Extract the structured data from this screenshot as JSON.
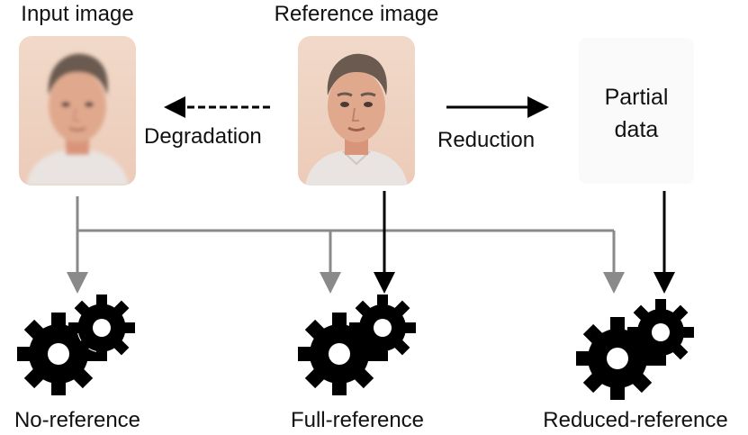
{
  "labels": {
    "input_image": "Input image",
    "reference_image": "Reference image",
    "partial_line1": "Partial",
    "partial_line2": "data",
    "degradation": "Degradation",
    "reduction": "Reduction",
    "no_reference": "No-reference",
    "full_reference": "Full-reference",
    "reduced_reference": "Reduced-reference"
  },
  "icons": {
    "face": "face-photo-icon",
    "gears": "gears-icon"
  },
  "colors": {
    "gray_arrow": "#8a8a8a",
    "black_arrow": "#000000",
    "gear": "#000000",
    "skin": "#e0a98e",
    "hair": "#6b5a50",
    "shirt": "#e9e4e1"
  }
}
